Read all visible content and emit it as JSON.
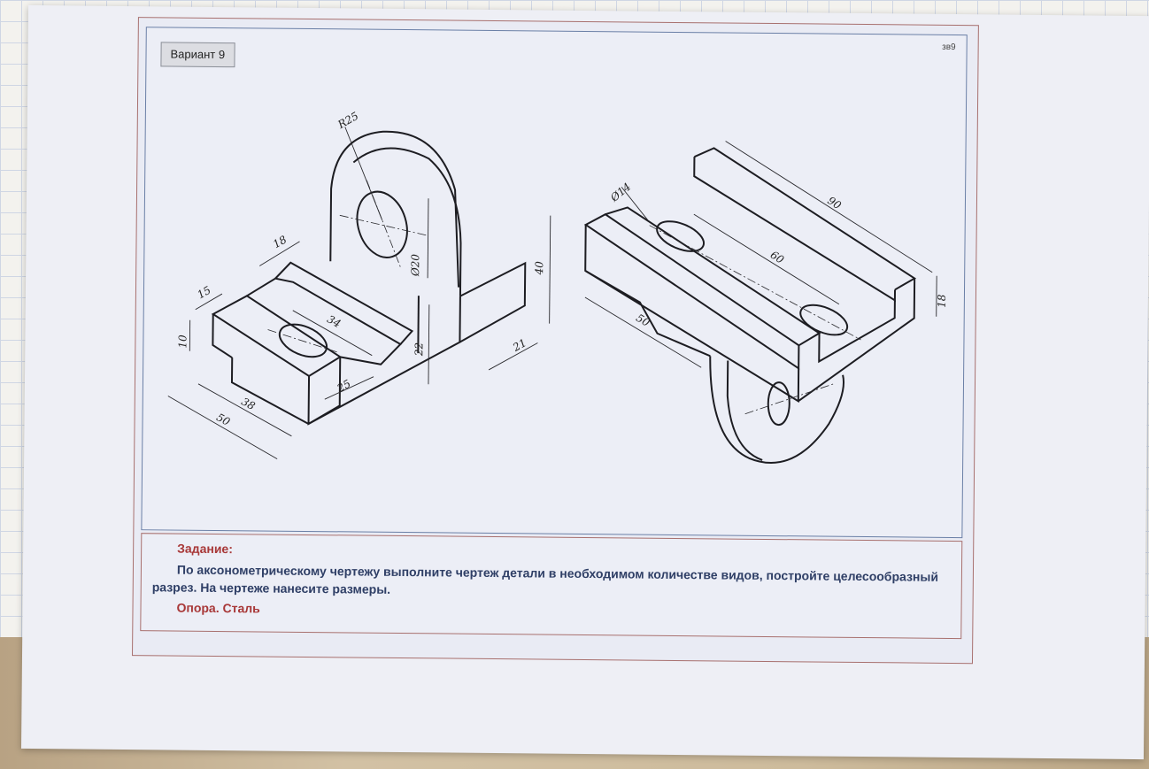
{
  "card": {
    "variant_label": "Вариант 9",
    "corner_note": "зв9"
  },
  "dimensions": {
    "left": {
      "radius": "R25",
      "hole_diameter": "Ø20",
      "height_total": "40",
      "lug_height": "22",
      "base_depth": "21",
      "slot_length": "34",
      "slot_depth": "18",
      "step": "15",
      "base_thickness": "10",
      "width_25": "25",
      "width_38": "38",
      "width_50": "50"
    },
    "right": {
      "hole_diameter": "Ø14",
      "length_total": "90",
      "hole_spacing": "60",
      "height": "18",
      "depth": "50"
    }
  },
  "task": {
    "heading": "Задание:",
    "text": "По аксонометрическому чертежу выполните чертеж детали в необходимом количестве видов, постройте целесообразный разрез. На чертеже нанесите размеры.",
    "part_name": "Опора.  Сталь"
  }
}
